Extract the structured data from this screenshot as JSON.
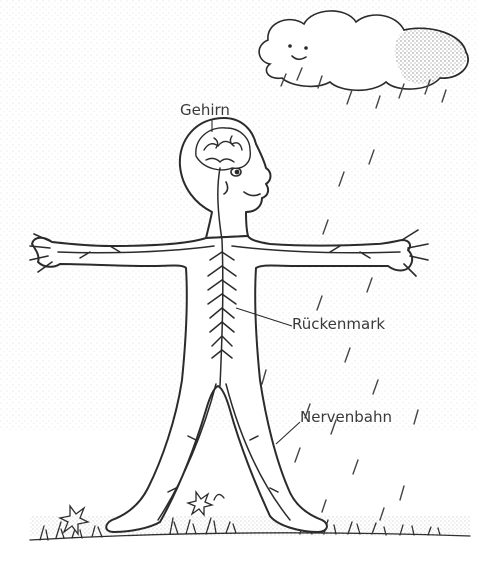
{
  "labels": {
    "brain": "Gehirn",
    "spinal_cord": "Rückenmark",
    "nerve_pathway": "Nervenbahn"
  },
  "colors": {
    "ink": "#2b2b2b",
    "paper": "#ffffff",
    "cloud_dark": "#3f3f3f",
    "stipple": "#9a9a9a"
  }
}
